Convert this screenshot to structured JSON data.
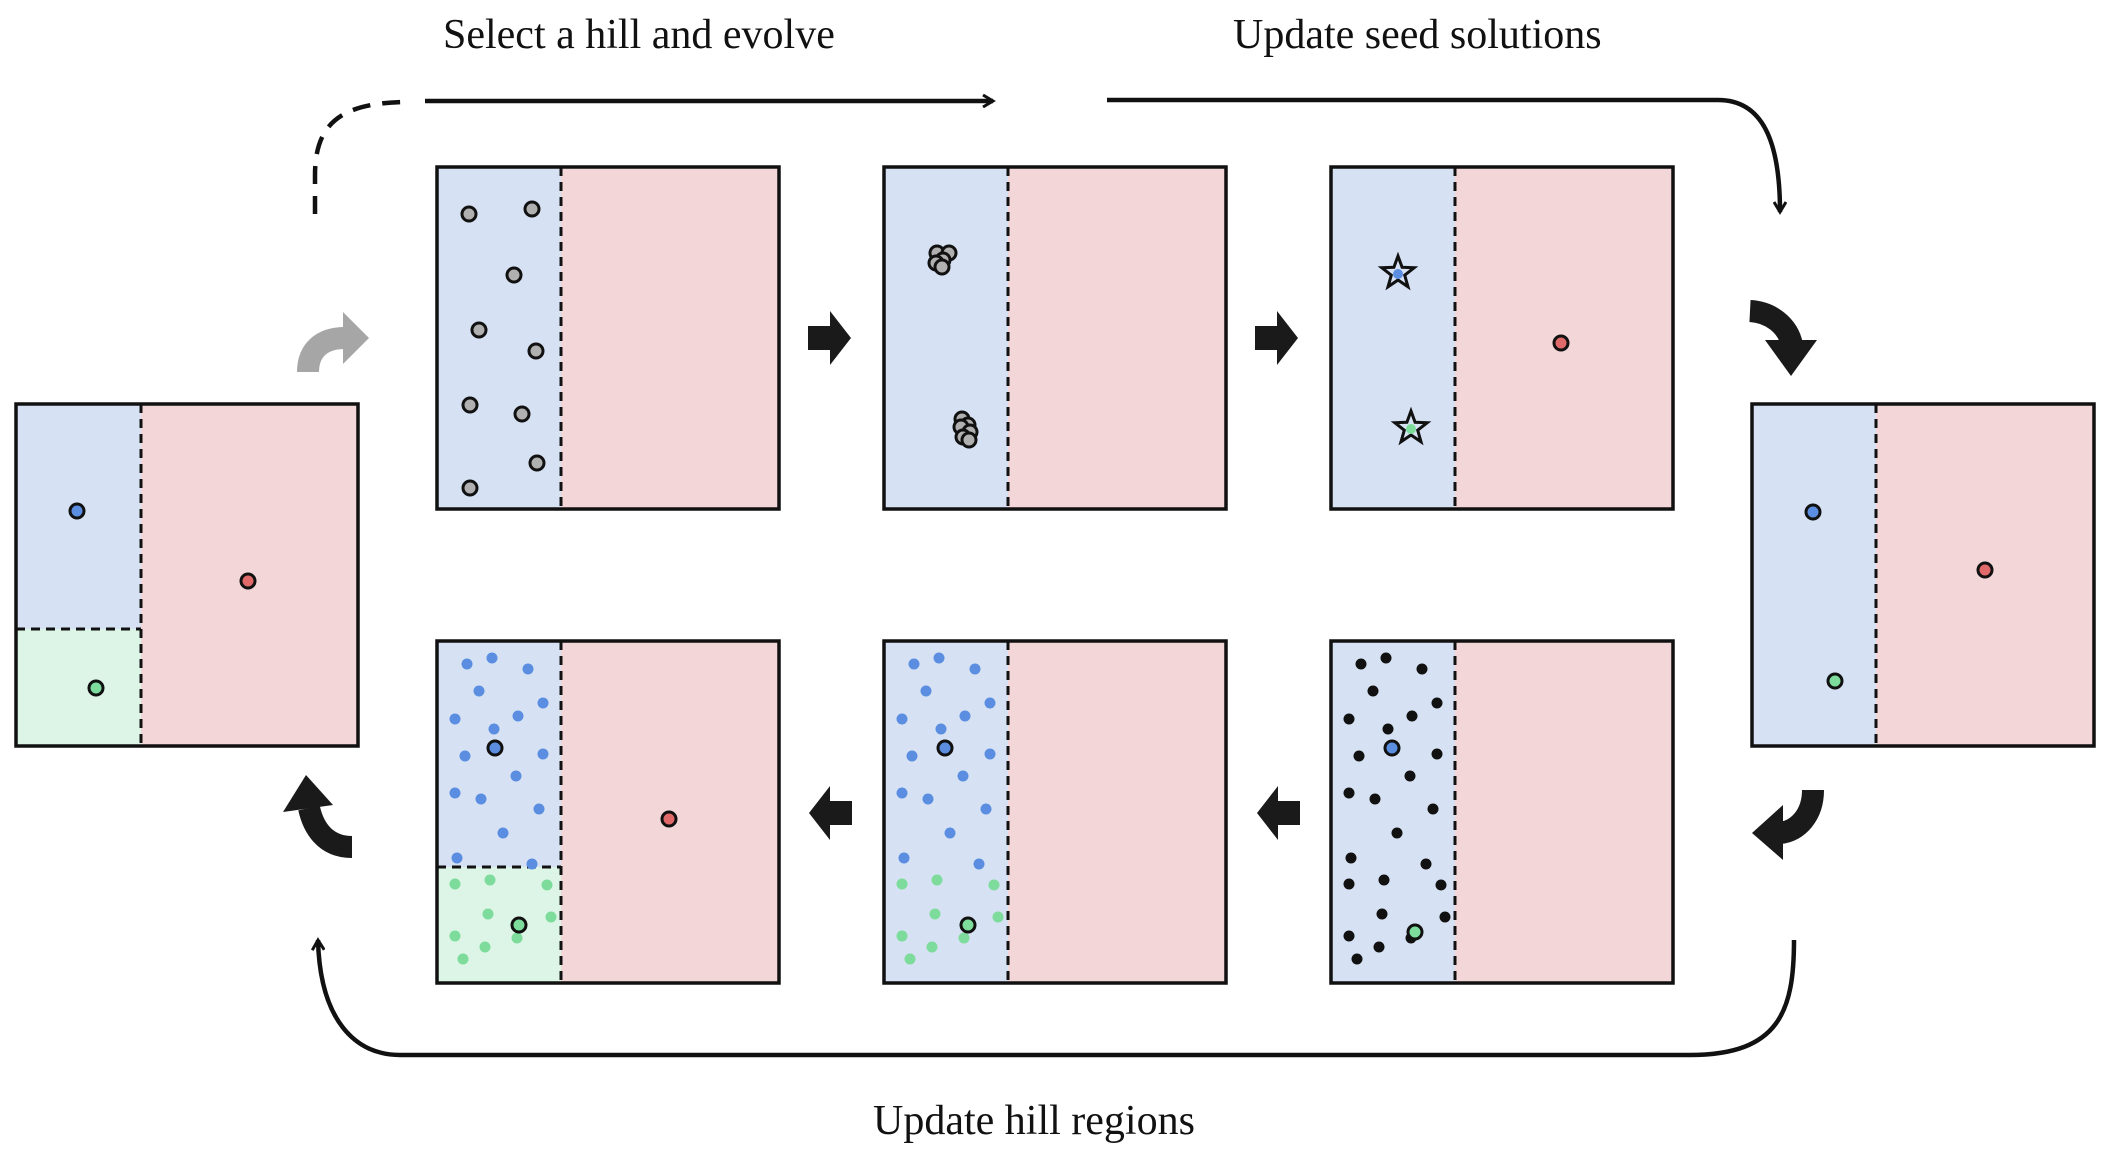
{
  "captions": {
    "top_left": "Select a hill and evolve",
    "top_right": "Update seed solutions",
    "bottom": "Update hill regions"
  },
  "colors": {
    "blue_region": "#d6e2f3",
    "red_region": "#f3d6d8",
    "green_region": "#dcf5e6",
    "blue_point": "#5b8ee0",
    "red_point": "#e06a6a",
    "green_point": "#7ddc9c",
    "gray_point": "#b0b0b0",
    "black": "#111111",
    "gray_arrow": "#a6a6a6"
  },
  "icons": {
    "flow_arrow": "chunky-arrow-icon",
    "seed_marker": "star-icon",
    "cycle_arrow": "curved-arrow-icon"
  }
}
